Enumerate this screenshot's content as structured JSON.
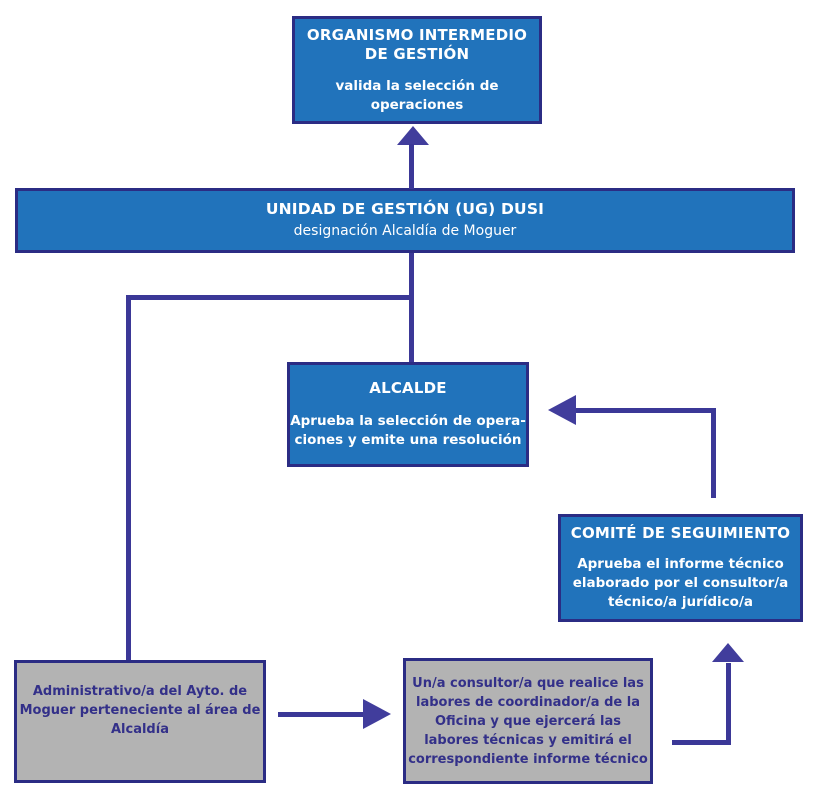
{
  "colors": {
    "box_blue_fill": "#2173BB",
    "box_gray_fill": "#B3B3B3",
    "box_border_navy": "#2B2C84",
    "arrow_purple": "#3B3897",
    "text_on_blue": "#FFFFFF",
    "text_on_gray": "#333089"
  },
  "diagram": {
    "organismo": {
      "title": "ORGANISMO INTERMEDIO\nDE GESTIÓN",
      "body": "valida la selección de\noperaciones"
    },
    "ug": {
      "title": "UNIDAD DE GESTIÓN (UG) DUSI",
      "body": "designación Alcaldía de Moguer"
    },
    "alcalde": {
      "title": "ALCALDE",
      "body": "Aprueba la selección de opera-\nciones y emite una resolución"
    },
    "comite": {
      "title": "COMITÉ DE SEGUIMIENTO",
      "body": "Aprueba el informe técnico\nelaborado por el consultor/a\ntécnico/a jurídico/a"
    },
    "administrativo": {
      "body": "Administrativo/a del Ayto. de\nMoguer perteneciente al área de\nAlcaldía"
    },
    "consultor": {
      "body": "Un/a consultor/a que realice las\nlabores de coordinador/a de la\nOficina y que ejercerá las\nlabores técnicas y emitirá el\ncorrespondiente informe técnico"
    }
  }
}
